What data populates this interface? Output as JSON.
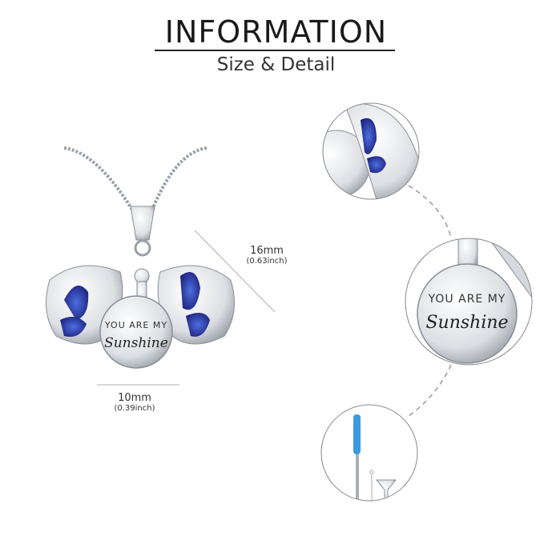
{
  "header": {
    "title": "INFORMATION",
    "subtitle": "Size & Detail"
  },
  "dimensions": {
    "height": {
      "value": "16mm",
      "inch": "(0.63inch)"
    },
    "width": {
      "value": "10mm",
      "inch": "(0.39inch)"
    }
  },
  "engraving": {
    "line1": "YOU ARE MY",
    "line2": "Sunshine"
  },
  "colors": {
    "enamel": "#2a2f9a",
    "silver": "#c9ccd1",
    "screwdriver": "#3b9be0"
  }
}
